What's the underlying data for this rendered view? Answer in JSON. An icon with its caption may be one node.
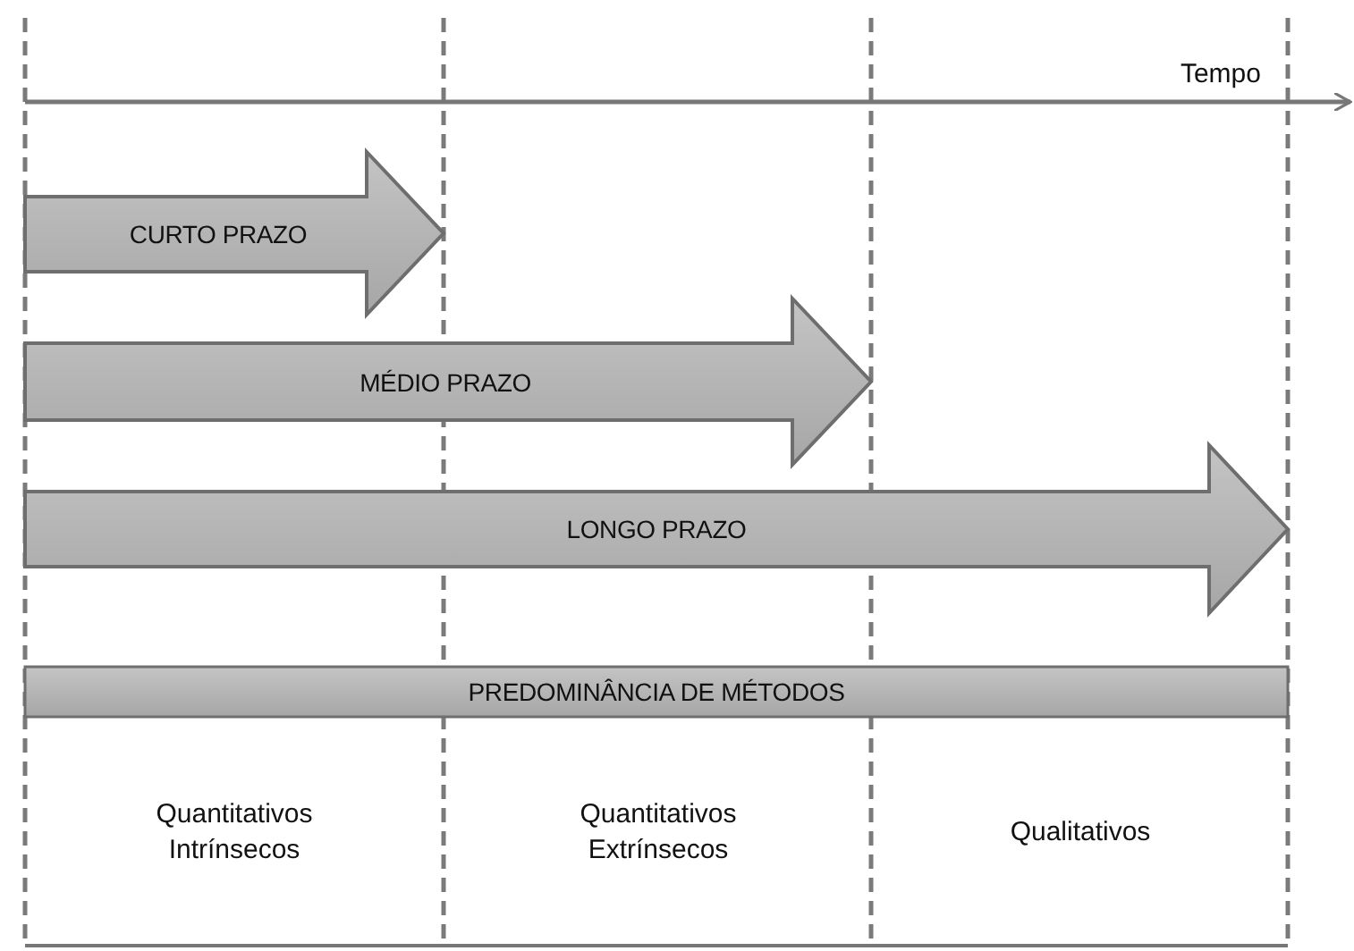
{
  "diagram": {
    "nodes": [
      {
        "text": [
          "CURTO PRAZO"
        ]
      },
      {
        "text": [
          "MÉDIO PRAZO"
        ]
      },
      {
        "text": [
          "LONGO PRAZO"
        ]
      },
      {
        "text": [
          "PREDOMINÂNCIA DE MÉTODOS"
        ]
      }
    ],
    "labels": [
      "Tempo",
      "Quantitativos Intrínsecos",
      "Quantitativos Extrínsecos",
      "Qualitativos"
    ]
  }
}
